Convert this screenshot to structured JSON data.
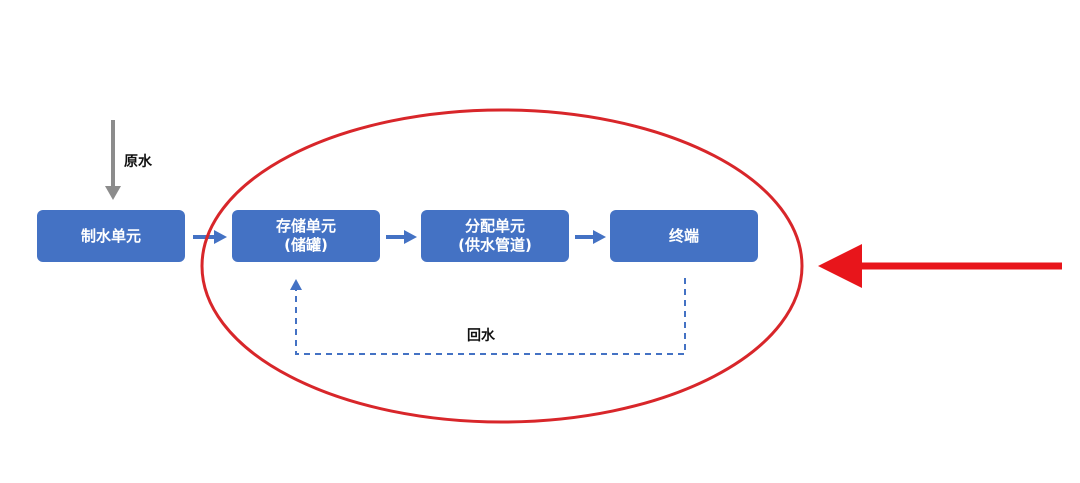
{
  "labels": {
    "raw_water": "原水",
    "return_water": "回水"
  },
  "boxes": {
    "water_making": {
      "line1": "制水单元",
      "line2": ""
    },
    "storage": {
      "line1": "存储单元",
      "line2": "(储罐)"
    },
    "distribution": {
      "line1": "分配单元",
      "line2": "(供水管道)"
    },
    "terminal": {
      "line1": "终端",
      "line2": ""
    }
  },
  "colors": {
    "box_fill": "#4472c4",
    "box_text": "#ffffff",
    "flow_arrow": "#4472c4",
    "raw_arrow": "#8c8c8c",
    "return_line": "#4472c4",
    "highlight_ellipse": "#d8262a",
    "pointer_arrow": "#e8151b"
  }
}
